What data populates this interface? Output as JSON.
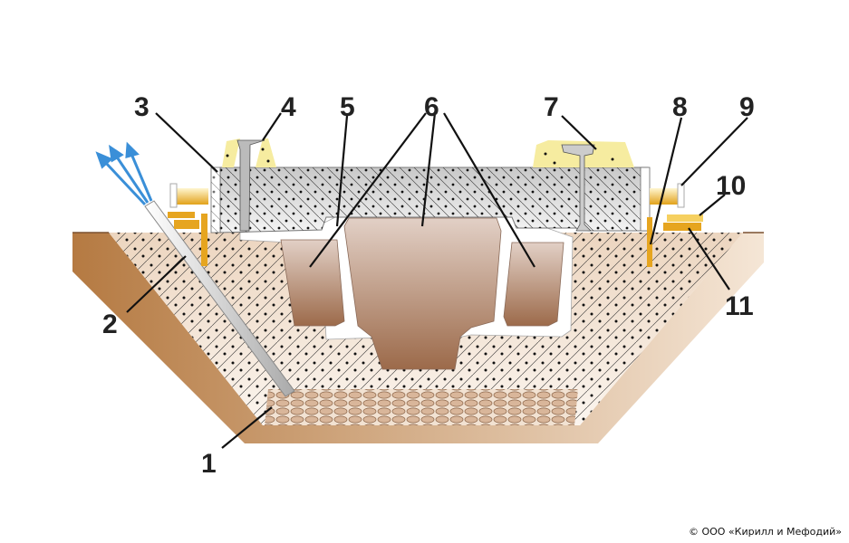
{
  "labels": {
    "l1": "1",
    "l2": "2",
    "l3": "3",
    "l4": "4",
    "l5": "5",
    "l6": "6",
    "l7": "7",
    "l8": "8",
    "l9": "9",
    "l10": "10",
    "l11": "11"
  },
  "copyright": "© ООО «Кирилл и Мефодий»",
  "colors": {
    "soil": "#c8955c",
    "fill": "#f3e4d6",
    "concrete": "#d8d8d8",
    "block": "#a47a60",
    "yellow": "#f6eca0",
    "orange": "#e6a520",
    "arrow": "#3a8fd8"
  }
}
